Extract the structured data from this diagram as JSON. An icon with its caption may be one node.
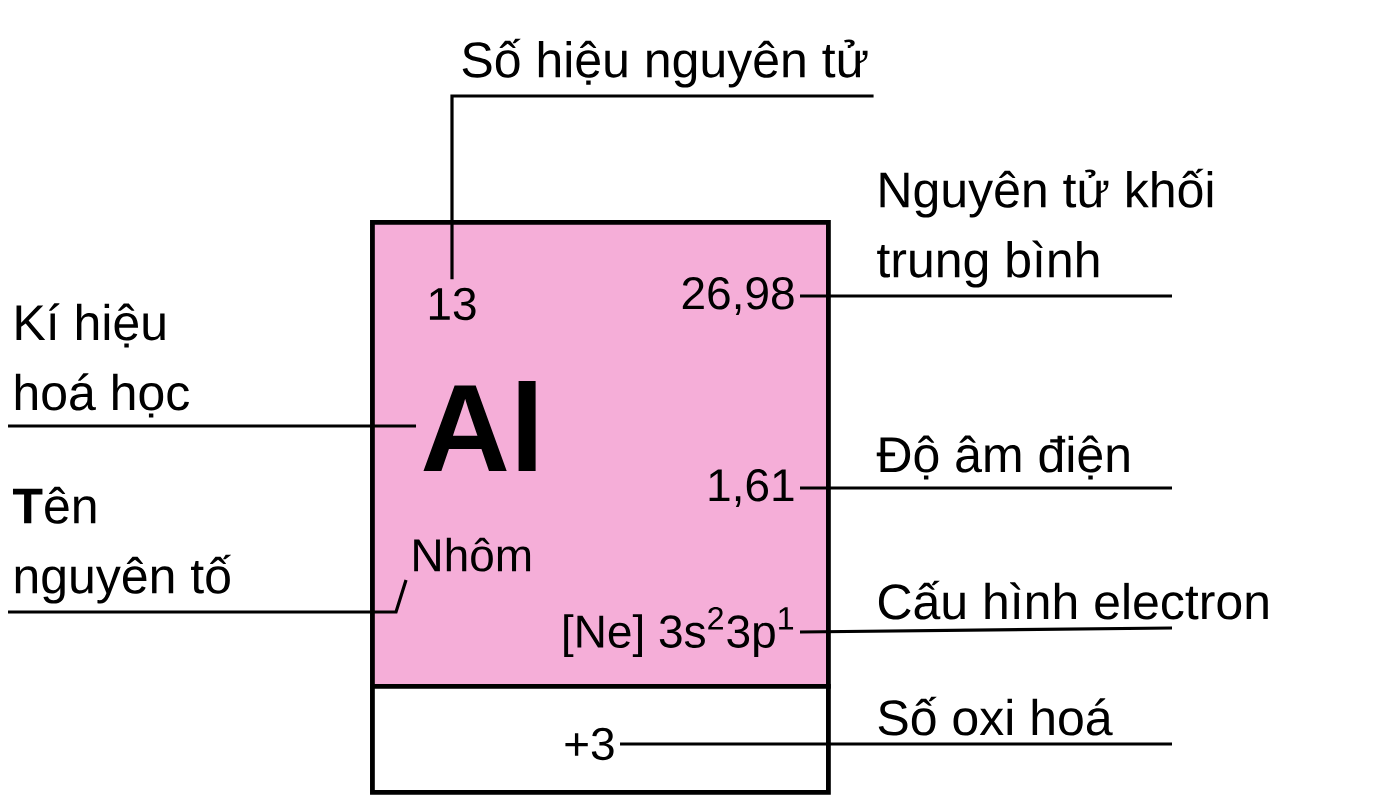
{
  "diagram": {
    "nodes": [
      {
        "text": [
          "Số hiệu nguyên tử"
        ]
      },
      {
        "text": [
          "Nguyên tử khối trung bình"
        ]
      },
      {
        "text": [
          "Kí hiệu hoá học"
        ]
      },
      {
        "text": [],
        "shape": "box"
      },
      {
        "text": [
          "13"
        ],
        "in": 3
      },
      {
        "text": [
          "26,98"
        ],
        "in": 3
      },
      {
        "text": [
          "Al"
        ],
        "in": 3
      },
      {
        "text": [
          "Độ âm điện"
        ]
      },
      {
        "text": [
          "**T**ên nguyên tố"
        ]
      },
      {
        "text": [
          "1,61"
        ],
        "in": 3
      },
      {
        "text": [
          "Nhôm"
        ],
        "in": 3
      },
      {
        "text": [
          "Cấu hình electron"
        ]
      },
      {
        "text": [
          "[Ne] 3s$^{2}$3p$^{1}$"
        ],
        "in": 3
      },
      {
        "text": [
          "Số oxi hoá"
        ]
      },
      {
        "text": [],
        "shape": "box"
      },
      {
        "text": [
          "+3"
        ],
        "in": 14
      }
    ],
    "edges": [
      {
        "from": 0,
        "to": 4,
        "arrow": "none"
      },
      {
        "from": 1,
        "to": 5,
        "arrow": "none"
      },
      {
        "from": 2,
        "to": 6,
        "arrow": "none"
      },
      {
        "from": 7,
        "to": 9,
        "arrow": "none"
      },
      {
        "from": 8,
        "to": 10,
        "arrow": "none"
      },
      {
        "from": 11,
        "to": 12,
        "arrow": "none"
      },
      {
        "from": 13,
        "to": 15,
        "arrow": "none"
      }
    ]
  }
}
